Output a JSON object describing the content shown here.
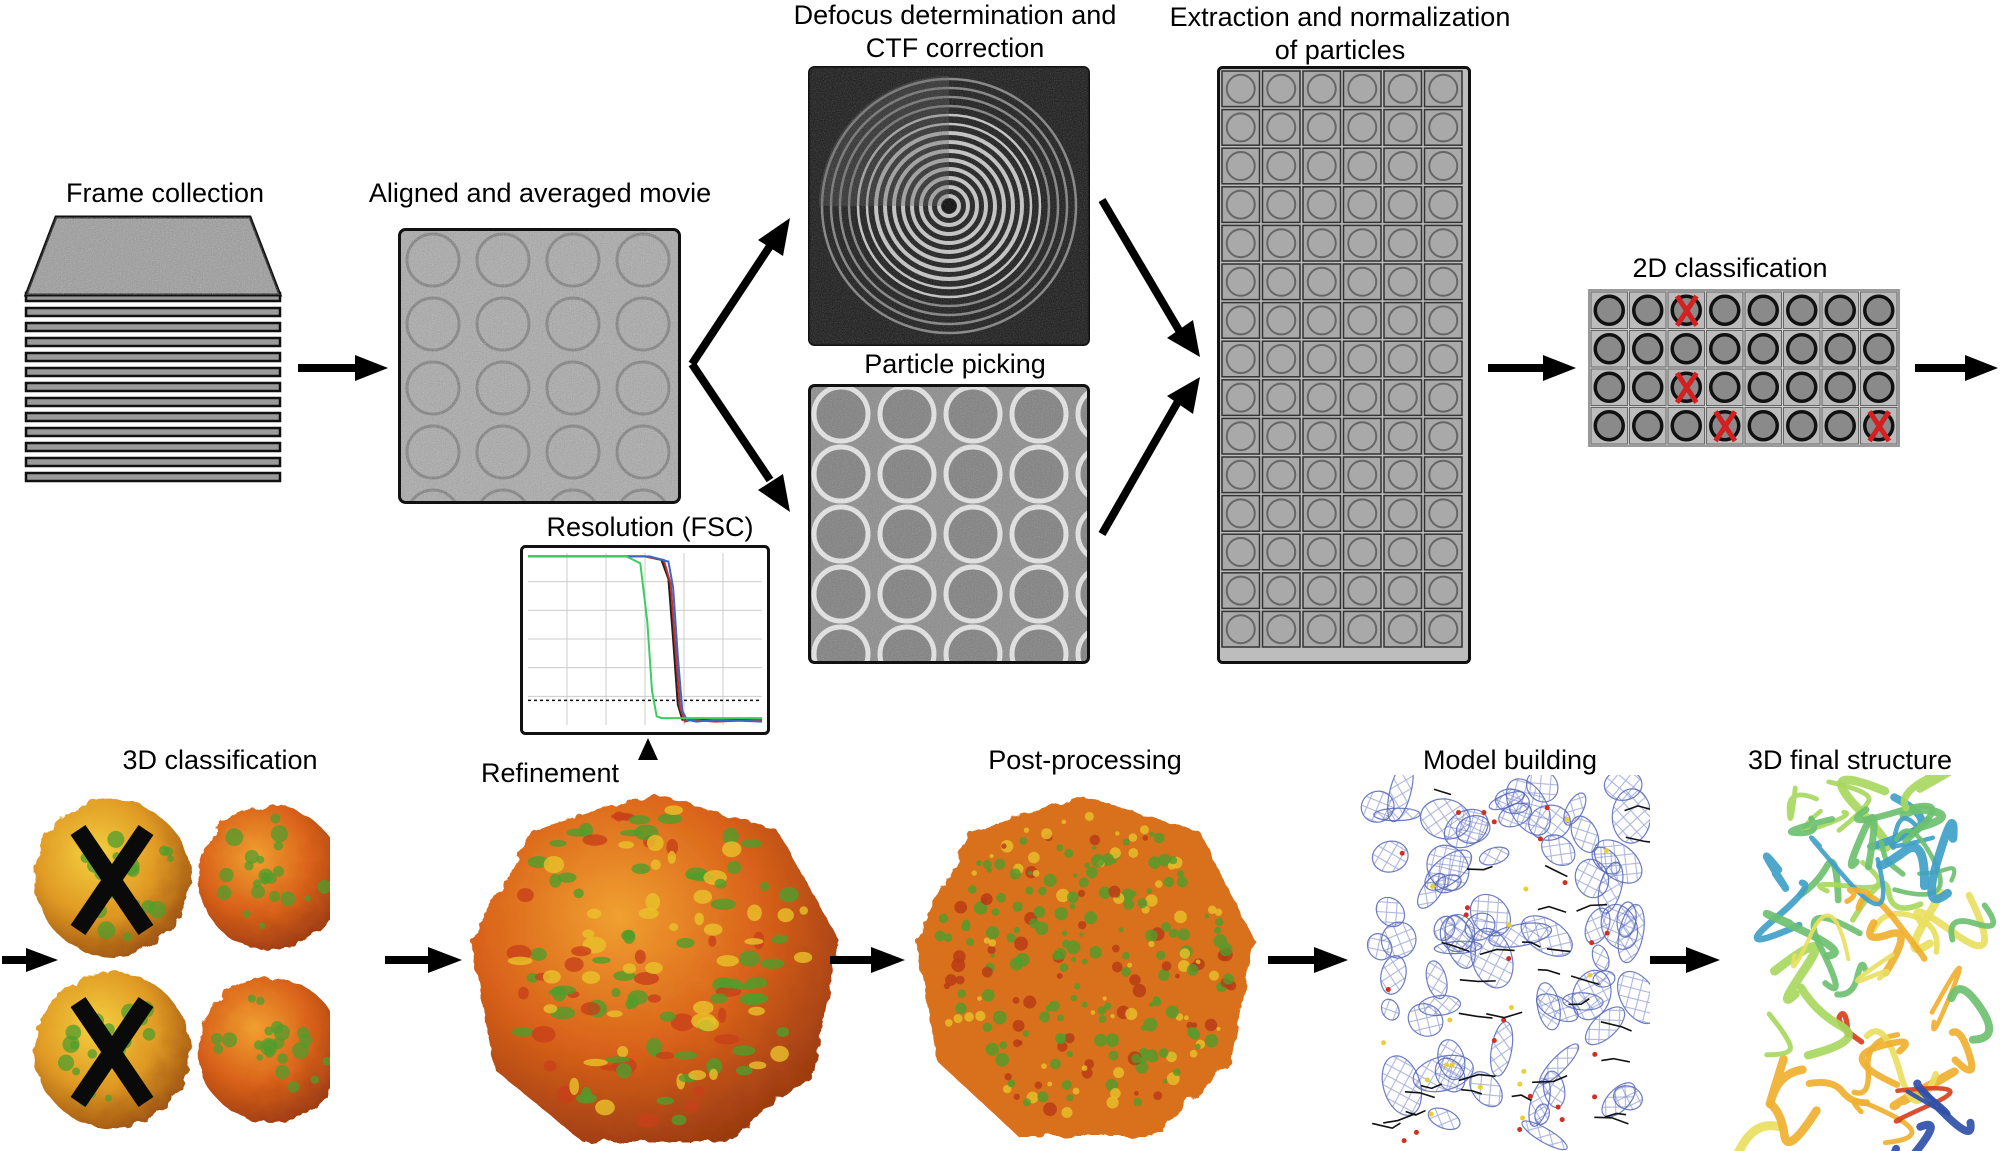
{
  "labels": {
    "frame_collection": "Frame collection",
    "aligned_movie": "Aligned and averaged movie",
    "defocus_line1": "Defocus determination and",
    "defocus_line2": "CTF correction",
    "extraction_line1": "Extraction and normalization",
    "extraction_line2": "of particles",
    "particle_picking": "Particle picking",
    "classification_2d": "2D classification",
    "resolution_fsc": "Resolution (FSC)",
    "classification_3d": "3D classification",
    "refinement": "Refinement",
    "post_processing": "Post-processing",
    "model_building": "Model building",
    "final_structure": "3D final structure"
  },
  "colors": {
    "micrograph_gray": "#9a9a9a",
    "ctf_background": "#141414",
    "reject_red": "#d42020",
    "reject_black": "#0a0a0a",
    "map_orange": "#e0701c",
    "map_green": "#4f9e2c",
    "map_yellow": "#e8c22a",
    "mesh_blue": "#5466b8",
    "fsc_line_black": "#202020",
    "fsc_line_red": "#c8302c",
    "fsc_line_blue": "#3a68c8",
    "fsc_line_green": "#3ccc60"
  },
  "chart_data": {
    "type": "line",
    "title": "Resolution (FSC)",
    "xlabel": "",
    "ylabel": "",
    "xlim": [
      0,
      1
    ],
    "ylim": [
      0,
      1
    ],
    "grid": true,
    "threshold": 0.143,
    "series": [
      {
        "color": "#202020",
        "x": [
          0,
          0.5,
          0.57,
          0.6,
          0.62,
          0.64,
          0.66,
          0.7,
          0.8,
          1.0
        ],
        "y": [
          0.98,
          0.98,
          0.96,
          0.85,
          0.5,
          0.12,
          0.03,
          0.03,
          0.03,
          0.03
        ]
      },
      {
        "color": "#c8302c",
        "x": [
          0,
          0.5,
          0.58,
          0.61,
          0.63,
          0.65,
          0.67,
          0.7,
          0.8,
          1.0
        ],
        "y": [
          0.98,
          0.98,
          0.96,
          0.82,
          0.45,
          0.1,
          0.02,
          0.03,
          0.02,
          0.03
        ]
      },
      {
        "color": "#3a68c8",
        "x": [
          0,
          0.52,
          0.6,
          0.62,
          0.64,
          0.66,
          0.68,
          0.72,
          0.8,
          1.0
        ],
        "y": [
          0.98,
          0.98,
          0.95,
          0.8,
          0.4,
          0.08,
          0.03,
          0.02,
          0.03,
          0.02
        ]
      },
      {
        "color": "#3ccc60",
        "x": [
          0,
          0.42,
          0.48,
          0.51,
          0.53,
          0.55,
          0.57,
          0.6,
          0.8,
          1.0
        ],
        "y": [
          0.98,
          0.98,
          0.94,
          0.6,
          0.2,
          0.05,
          0.04,
          0.04,
          0.04,
          0.04
        ]
      }
    ]
  }
}
